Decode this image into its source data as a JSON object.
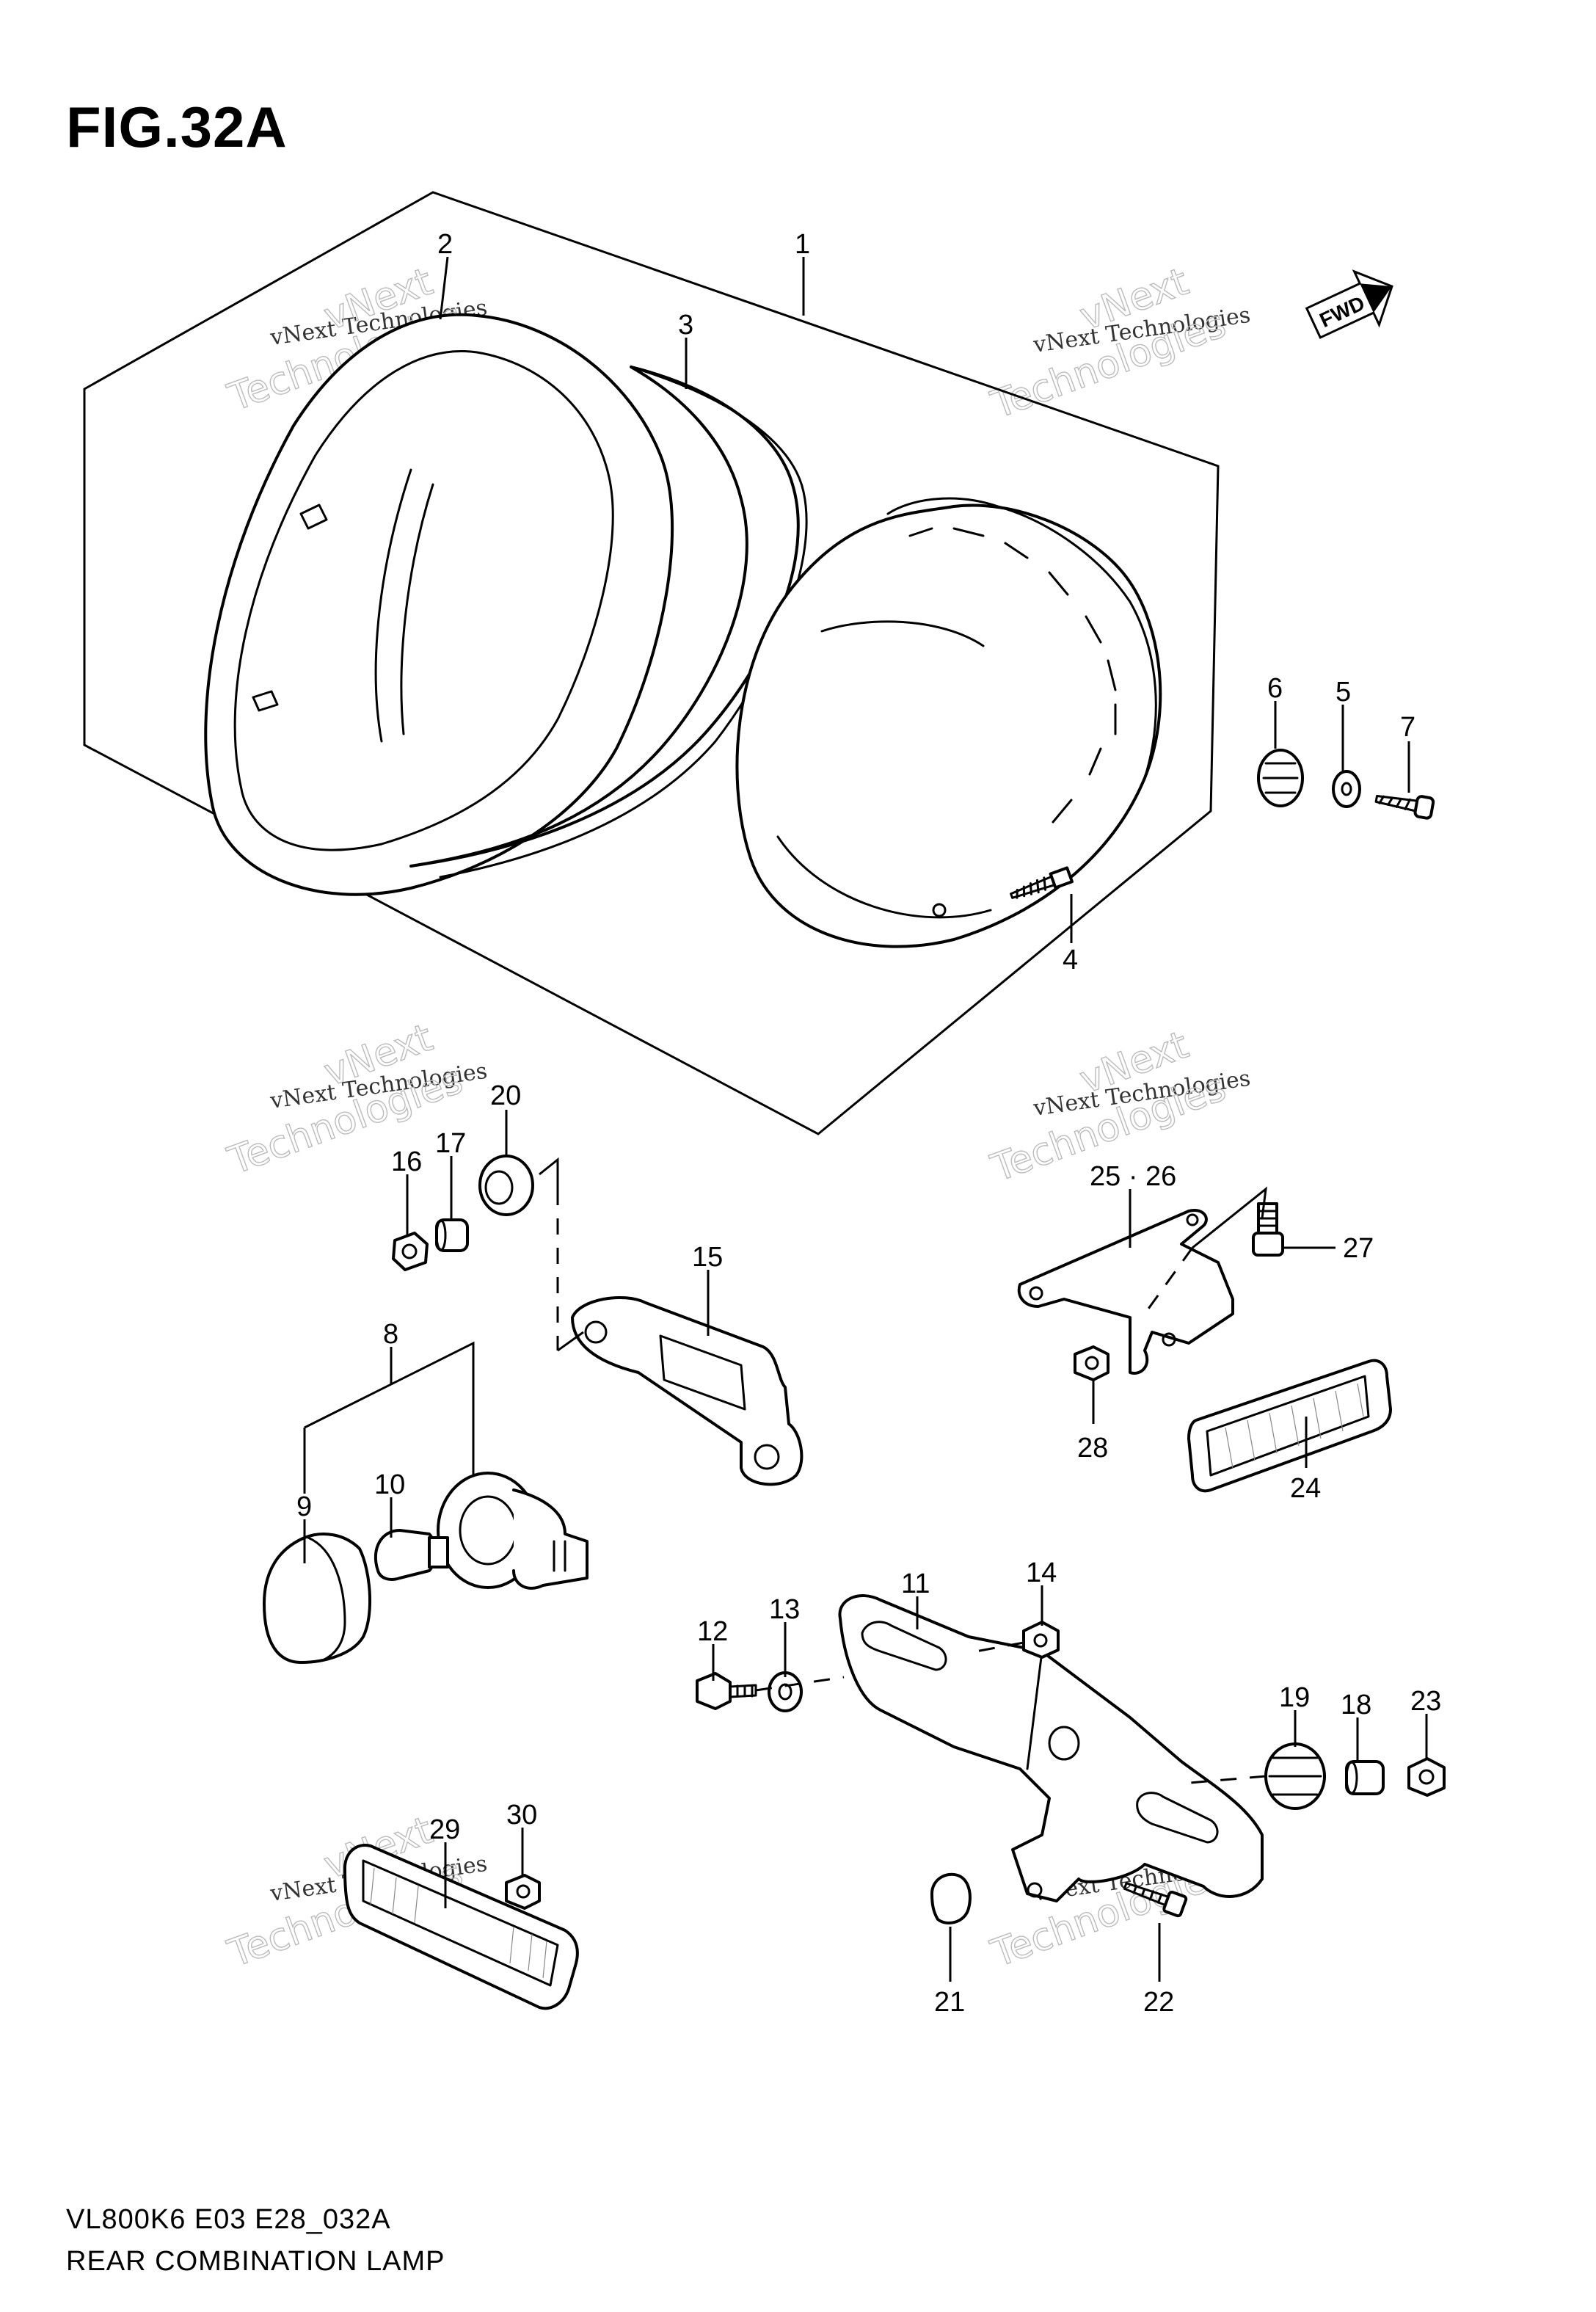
{
  "figure": {
    "title": "FIG.32A",
    "code": "VL800K6 E03 E28_032A",
    "name": "REAR COMBINATION LAMP"
  },
  "fwd_label": "FWD",
  "watermark": {
    "line1": "vNext Technologies",
    "line2": "vNext",
    "line3": "Technologies"
  },
  "callouts": [
    "1",
    "2",
    "3",
    "4",
    "5",
    "6",
    "7",
    "8",
    "9",
    "10",
    "11",
    "12",
    "13",
    "14",
    "15",
    "16",
    "17",
    "18",
    "19",
    "20",
    "21",
    "22",
    "23",
    "24",
    "25 · 26",
    "27",
    "28",
    "29",
    "30"
  ]
}
